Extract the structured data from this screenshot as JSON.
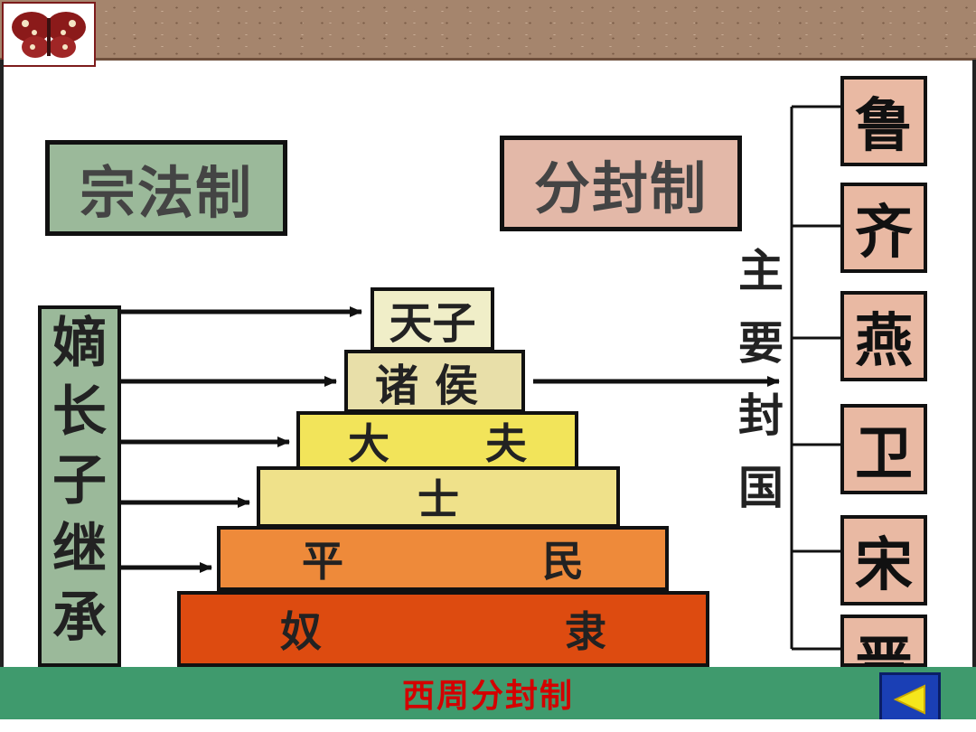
{
  "labels": {
    "zongfa": "宗法制",
    "fenfeng": "分封制",
    "dizhang": [
      "嫡",
      "长",
      "子",
      "继",
      "承"
    ],
    "main_fief": [
      "主",
      "要",
      "封",
      "国"
    ]
  },
  "pyramid": {
    "tier1": "天子",
    "tier2": "诸侯",
    "tier3": [
      "大",
      "夫"
    ],
    "tier4": "士",
    "tier5": [
      "平",
      "民"
    ],
    "tier6": [
      "奴",
      "隶"
    ]
  },
  "states": [
    "鲁",
    "齐",
    "燕",
    "卫",
    "宋",
    "晋"
  ],
  "footer": {
    "title": "西周分封制"
  },
  "icons": {
    "corner": "butterfly-icon",
    "back": "triangle-left-icon"
  },
  "colors": {
    "green": "#9bb99a",
    "pink": "#e3b8a8",
    "footer": "#3f9a6d",
    "title_red": "#d40000"
  }
}
